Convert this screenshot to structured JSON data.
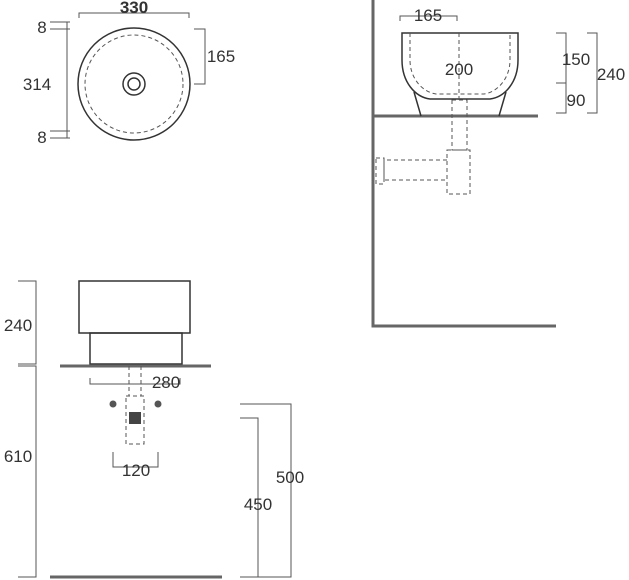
{
  "top_view": {
    "width_label": "330",
    "depth_label": "314",
    "radius_label": "165",
    "rim_top_label": "8",
    "rim_bottom_label": "8"
  },
  "side_view": {
    "half_width_label": "165",
    "drain_offset_label": "200",
    "bowl_height_label": "150",
    "total_height_label": "240",
    "base_height_label": "90"
  },
  "front_view": {
    "height_label": "240",
    "counter_height_label": "610",
    "waste_width_label": "280",
    "trap_width_label": "120",
    "inlet_height_label": "500",
    "outlet_height_label": "450"
  },
  "colors": {
    "line": "#333333",
    "wall": "#666666",
    "background": "#ffffff"
  }
}
